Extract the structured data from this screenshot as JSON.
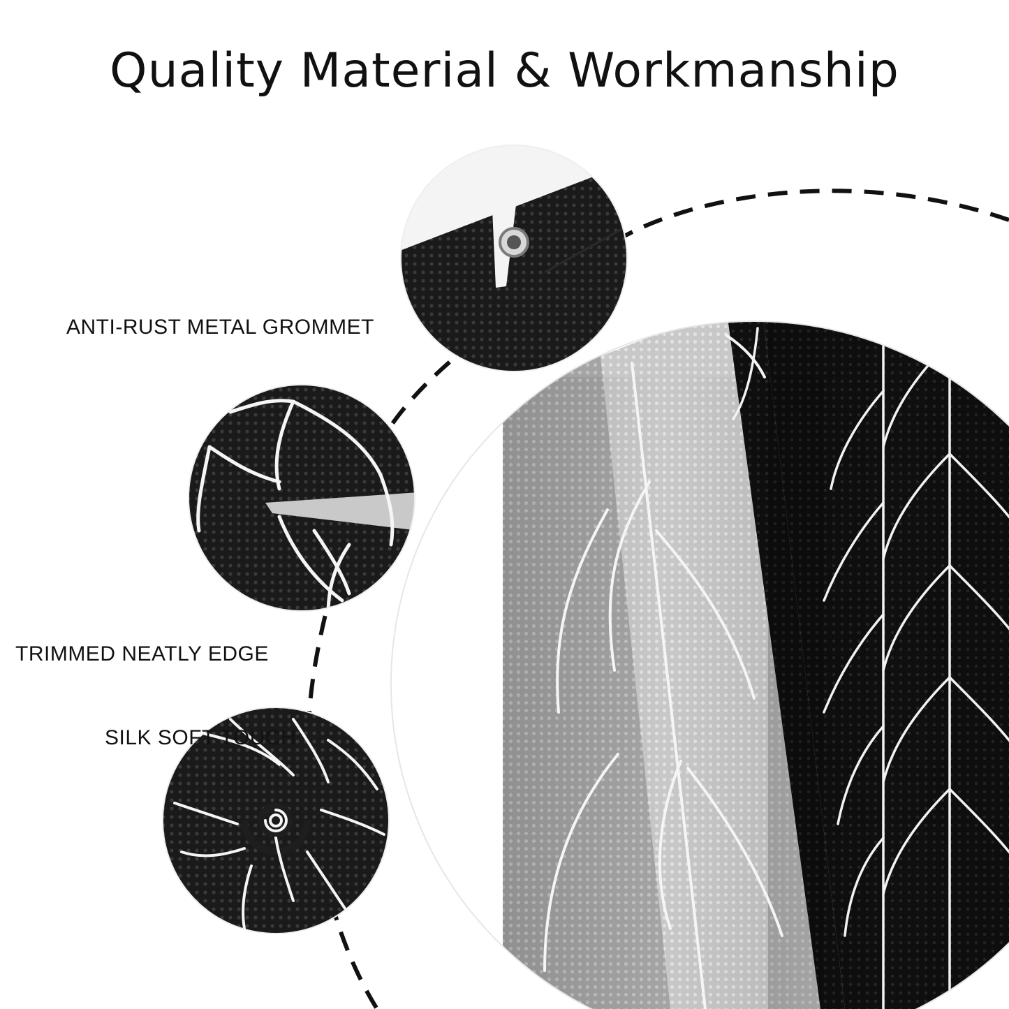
{
  "headline": "Quality Material & Workmanship",
  "features": [
    {
      "label": "ANTI-RUST METAL GROMMET",
      "icon": "grommet-closeup"
    },
    {
      "label": "TRIMMED NEATLY EDGE",
      "icon": "edge-closeup"
    },
    {
      "label": "SILK SOFT TOUCH",
      "icon": "fabric-swirl-closeup"
    }
  ],
  "colors": {
    "fabric_dark": "#161616",
    "fabric_gray": "#a9a9a9",
    "pattern_line": "#ffffff",
    "dash": "#111111"
  }
}
